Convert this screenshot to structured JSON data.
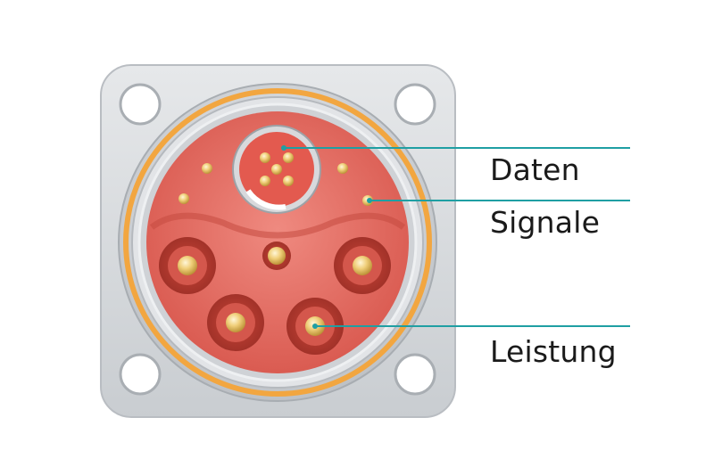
{
  "labels": {
    "data": "Daten",
    "signals": "Signale",
    "power": "Leistung"
  },
  "colors": {
    "background": "#ffffff",
    "leader_line": "#1f9fa3",
    "insert_red": "#e87268",
    "orange_ring": "#f2a640",
    "metal_housing": "#d6d9dc"
  }
}
